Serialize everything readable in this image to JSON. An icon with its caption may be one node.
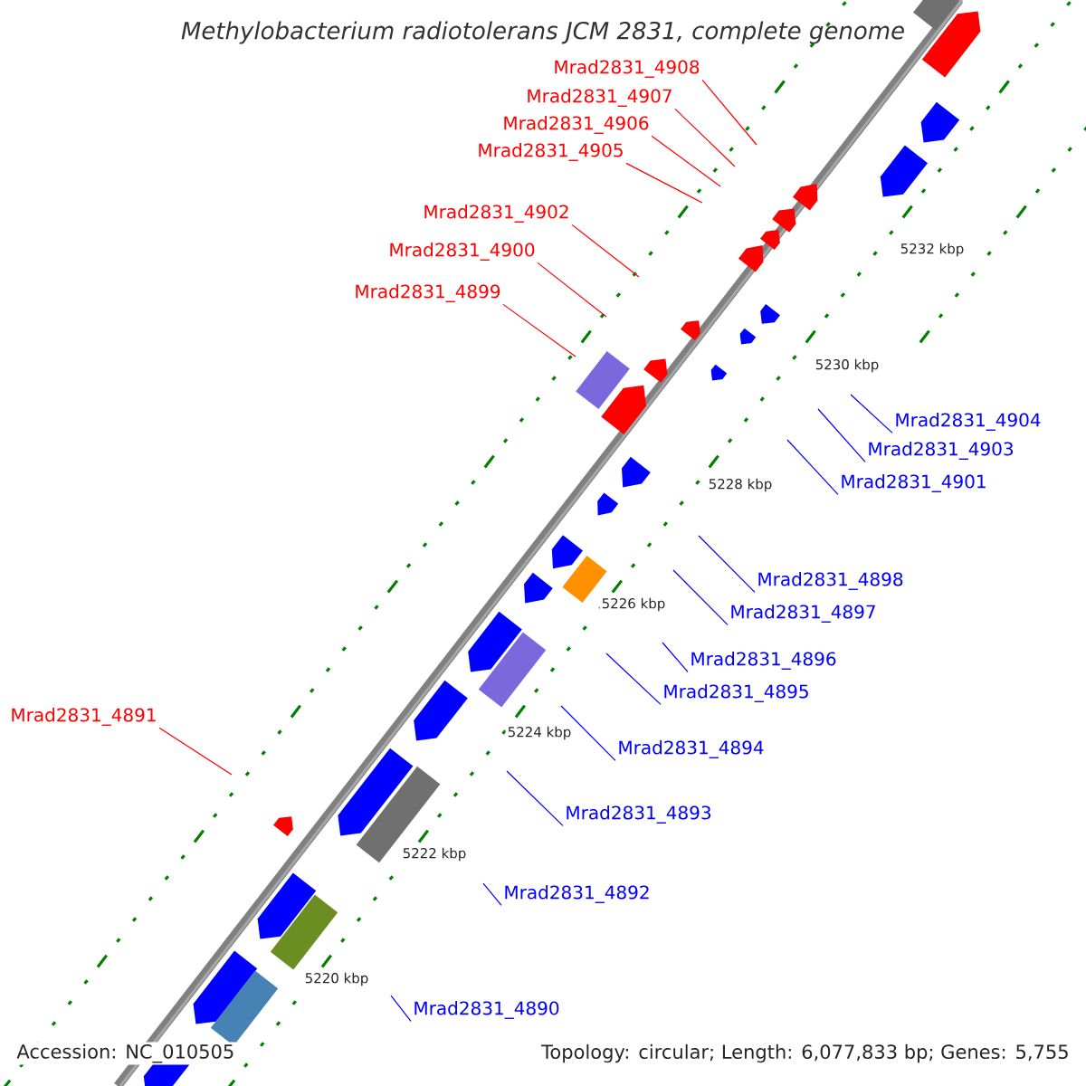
{
  "diagram": {
    "title": "Methylobacterium radiotolerans JCM 2831, complete genome",
    "nodes": [
      {
        "text": [
          "Mrad2831_4908"
        ]
      },
      {
        "text": [
          "Mrad2831_4907"
        ]
      },
      {
        "text": [
          "Mrad2831_4906"
        ]
      },
      {
        "text": [
          "Mrad2831_4905"
        ]
      },
      {
        "text": [
          "Mrad2831_4902"
        ]
      },
      {
        "text": [
          "Mrad2831_4900"
        ]
      },
      {
        "text": [
          "Mrad2831_4899"
        ]
      },
      {
        "text": [
          "Mrad2831_4904"
        ]
      },
      {
        "text": [
          "Mrad2831_4903"
        ]
      },
      {
        "text": [
          "Mrad2831_4901"
        ]
      },
      {
        "text": [
          "Mrad2831_4898"
        ]
      },
      {
        "text": [
          "Mrad2831_4897"
        ]
      },
      {
        "text": [
          "Mrad2831_4896"
        ]
      },
      {
        "text": [
          "Mrad2831_4895"
        ]
      },
      {
        "text": [
          "Mrad2831_4894"
        ]
      },
      {
        "text": [
          "Mrad2831_4891"
        ]
      },
      {
        "text": [
          "Mrad2831_4893"
        ]
      },
      {
        "text": [
          "Mrad2831_4892"
        ]
      },
      {
        "text": [
          "Mrad2831_4890"
        ]
      }
    ],
    "edges": [
      {
        "from": 0,
        "to": null,
        "arrow": "none",
        "color": "#ff0000"
      },
      {
        "from": 1,
        "to": null,
        "arrow": "none",
        "color": "#ff0000"
      },
      {
        "from": 2,
        "to": null,
        "arrow": "none",
        "color": "#ff0000"
      },
      {
        "from": 3,
        "to": null,
        "arrow": "none",
        "color": "#ff0000"
      },
      {
        "from": 4,
        "to": null,
        "arrow": "none",
        "color": "#ff0000"
      },
      {
        "from": 5,
        "to": null,
        "arrow": "none",
        "color": "#ff0000"
      },
      {
        "from": 6,
        "to": null,
        "arrow": "none",
        "color": "#ff0000"
      },
      {
        "from": 7,
        "to": null,
        "arrow": "none"
      },
      {
        "from": 8,
        "to": null,
        "arrow": "none"
      },
      {
        "from": 9,
        "to": null,
        "arrow": "none"
      },
      {
        "from": 10,
        "to": null,
        "arrow": "none"
      },
      {
        "from": 11,
        "to": null,
        "arrow": "none"
      },
      {
        "from": 12,
        "to": null,
        "arrow": "none"
      },
      {
        "from": 13,
        "to": null,
        "arrow": "none"
      },
      {
        "from": 14,
        "to": null,
        "arrow": "none"
      },
      {
        "from": 15,
        "to": null,
        "arrow": "none",
        "color": "#ff0000"
      },
      {
        "from": 16,
        "to": null,
        "arrow": "none"
      },
      {
        "from": 17,
        "to": null,
        "arrow": "none"
      },
      {
        "from": 18,
        "to": null,
        "arrow": "none"
      }
    ],
    "labels": [
      "5232 kbp",
      "5230 kbp",
      "5228 kbp",
      "5226 kbp",
      "5224 kbp",
      "5222 kbp",
      "5220 kbp",
      "Accession: NC_010505",
      "Topology: circular; Length: 6,077,833 bp; Genes: 5,755"
    ]
  }
}
